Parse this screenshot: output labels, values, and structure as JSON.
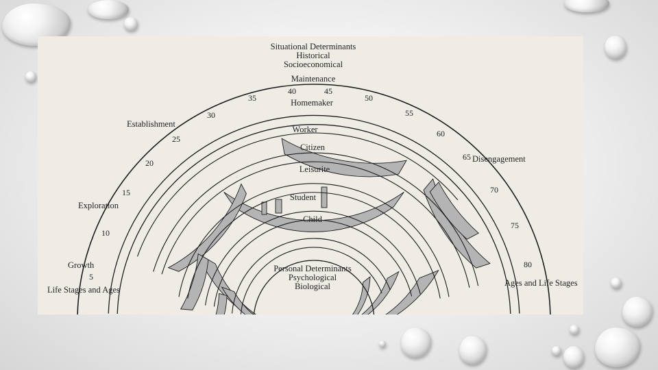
{
  "diagram": {
    "top_determinants": [
      "Situational Determinants",
      "Historical",
      "Socioeconomical"
    ],
    "bottom_determinants": [
      "Personal Determinants",
      "Psychological",
      "Biological"
    ],
    "stages": {
      "maintenance": "Maintenance",
      "establishment": "Establishment",
      "exploration": "Exploration",
      "growth": "Growth",
      "disengagement": "Disengagement"
    },
    "axis_left": "Life Stages and Ages",
    "axis_right": "Ages and Life Stages",
    "ages": [
      "5",
      "10",
      "15",
      "20",
      "25",
      "30",
      "35",
      "40",
      "45",
      "50",
      "55",
      "60",
      "65",
      "70",
      "75",
      "80"
    ],
    "roles": {
      "homemaker": "Homemaker",
      "worker": "Worker",
      "citizen": "Citizen",
      "leisurite": "Leisurite",
      "student": "Student",
      "child": "Child"
    },
    "colors": {
      "shading": "#b4b4b4",
      "ink": "#1c1c1c",
      "paper": "#efece6"
    }
  }
}
